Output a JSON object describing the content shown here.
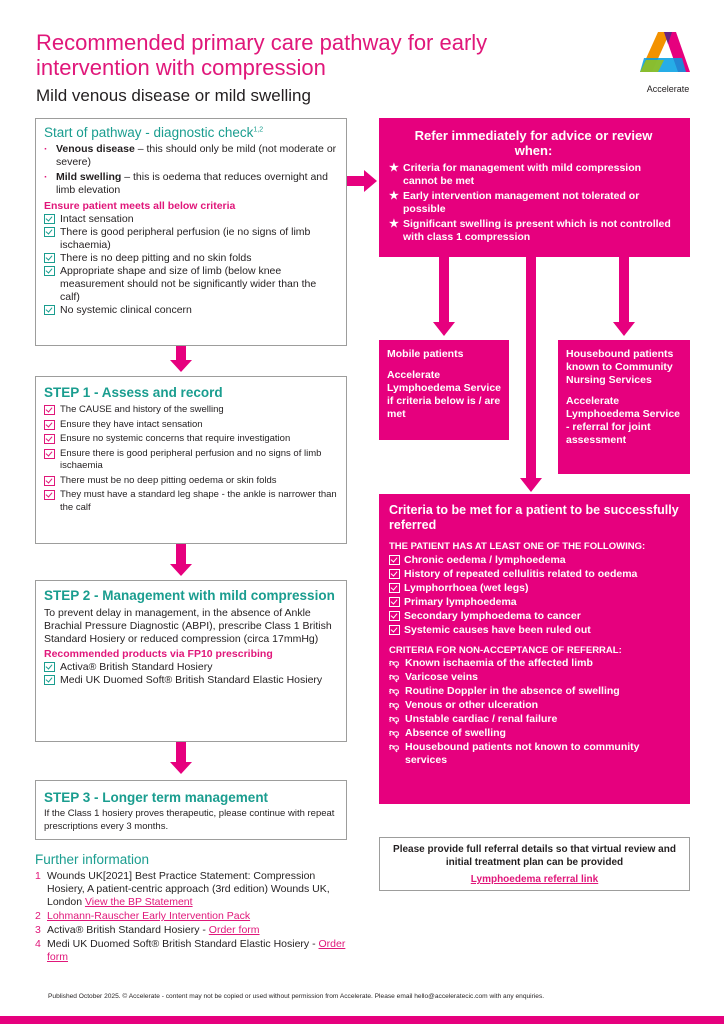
{
  "header": {
    "title": "Recommended primary care pathway for early intervention with compression",
    "subtitle": "Mild venous disease or mild swelling",
    "logo_text": "Accelerate"
  },
  "start": {
    "heading": "Start of pathway - diagnostic check",
    "heading_sup": "1,2",
    "bullets": [
      {
        "bold": "Venous disease",
        "text": " – this should only be mild (not moderate or severe)"
      },
      {
        "bold": "Mild swelling",
        "text": " – this is oedema that reduces overnight and limb elevation"
      }
    ],
    "criteria_heading": "Ensure patient meets all below criteria",
    "criteria": [
      "Intact sensation",
      "There is good peripheral perfusion (ie no signs of limb ischaemia)",
      "There is no deep pitting and no skin folds",
      "Appropriate shape and size of limb (below knee measurement should not be significantly wider than the calf)",
      "No systemic clinical concern"
    ]
  },
  "step1": {
    "heading": "STEP 1 - Assess and record",
    "items": [
      "The CAUSE and history of the swelling",
      "Ensure they have intact sensation",
      "Ensure no systemic concerns that require investigation",
      "Ensure there is good peripheral perfusion and no signs of limb ischaemia",
      "There must be no deep pitting oedema or skin folds",
      "They must have a standard leg shape - the ankle is narrower than the calf"
    ]
  },
  "step2": {
    "heading": "STEP 2 - Management with mild compression",
    "body": "To prevent delay in management, in the absence of Ankle Brachial Pressure Diagnostic (ABPI), prescribe Class 1 British Standard Hosiery or reduced compression (circa 17mmHg)",
    "products_heading": "Recommended products via FP10 prescribing",
    "products": [
      "Activa® British Standard Hosiery",
      "Medi UK Duomed Soft® British Standard Elastic Hosiery"
    ]
  },
  "step3": {
    "heading": "STEP 3 - Longer term management",
    "body": "If the Class 1 hosiery proves therapeutic, please continue with repeat prescriptions every 3 months."
  },
  "further": {
    "heading": "Further information",
    "items": [
      {
        "num": "1",
        "text": "Wounds UK[2021] Best Practice Statement: Compression Hosiery, A patient-centric approach (3rd edition) Wounds UK, London ",
        "link": "View the BP Statement"
      },
      {
        "num": "2",
        "text": "",
        "link": "Lohmann-Rauscher Early Intervention Pack"
      },
      {
        "num": "3",
        "text": "Activa® British Standard Hosiery - ",
        "link": "Order form"
      },
      {
        "num": "4",
        "text": "Medi UK Duomed Soft® British Standard Elastic Hosiery - ",
        "link": "Order form"
      }
    ]
  },
  "refer": {
    "heading": "Refer immediately for advice or review when:",
    "items": [
      "Criteria for management with mild compression cannot be met",
      "Early intervention management not tolerated or possible",
      "Significant swelling is present which is not controlled with class 1 compression"
    ]
  },
  "mobile": {
    "title": "Mobile patients",
    "body": "Accelerate Lymphoedema Service if criteria below is / are met"
  },
  "housebound": {
    "title": "Housebound patients known to Community Nursing Services",
    "body": "Accelerate Lymphoedema Service - referral for joint assessment"
  },
  "criteria": {
    "heading": "Criteria to be met for a patient to be successfully referred",
    "sub1": "THE PATIENT HAS AT LEAST ONE OF THE FOLLOWING:",
    "list1": [
      "Chronic oedema / lymphoedema",
      "History of repeated cellulitis related to oedema",
      "Lymphorrhoea (wet legs)",
      "Primary lymphoedema",
      "Secondary lymphoedema to cancer",
      "Systemic causes have been ruled out"
    ],
    "sub2": "CRITERIA FOR NON-ACCEPTANCE OF REFERRAL:",
    "list2": [
      "Known ischaemia of the affected limb",
      "Varicose veins",
      "Routine Doppler in the absence of swelling",
      "Venous or other ulceration",
      "Unstable cardiac / renal failure",
      "Absence of swelling",
      "Housebound patients not known to community services"
    ]
  },
  "referral": {
    "text": "Please provide full referral details so that virtual review and initial treatment plan can be provided",
    "link": "Lymphoedema referral link"
  },
  "footer": {
    "text": "Published October 2025. © Accelerate - content may not be copied or used without permission from Accelerate. Please email hello@acceleratecic.com with any enquiries."
  },
  "colors": {
    "accent": "#e6007e",
    "teal": "#1a9d8f",
    "border": "#9d9d9c"
  }
}
